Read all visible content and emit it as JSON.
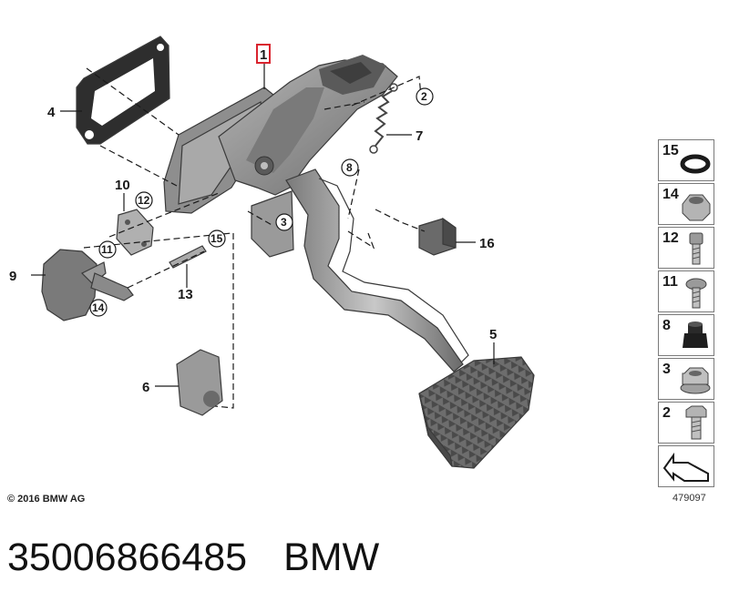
{
  "diagram": {
    "callouts": [
      "1",
      "2",
      "3",
      "4",
      "5",
      "6",
      "7",
      "8",
      "9",
      "10",
      "11",
      "12",
      "13",
      "14",
      "15",
      "16"
    ]
  },
  "legend": {
    "items": [
      {
        "number": "15",
        "icon": "o-ring-icon"
      },
      {
        "number": "14",
        "icon": "hex-nut-icon"
      },
      {
        "number": "12",
        "icon": "socket-head-screw-icon"
      },
      {
        "number": "11",
        "icon": "torx-screw-icon"
      },
      {
        "number": "8",
        "icon": "rubber-buffer-icon"
      },
      {
        "number": "3",
        "icon": "flange-nut-icon"
      },
      {
        "number": "2",
        "icon": "hex-bolt-icon"
      },
      {
        "number": "",
        "icon": "arrow-direction-icon"
      }
    ],
    "diagram_id": "479097"
  },
  "footer": {
    "copyright": "© 2016 BMW AG",
    "part_number": "35006866485",
    "brand": "BMW"
  },
  "colors": {
    "part_gray": "#8c8c8c",
    "part_dark": "#5a5a5a",
    "highlight_red": "#d9232e"
  }
}
